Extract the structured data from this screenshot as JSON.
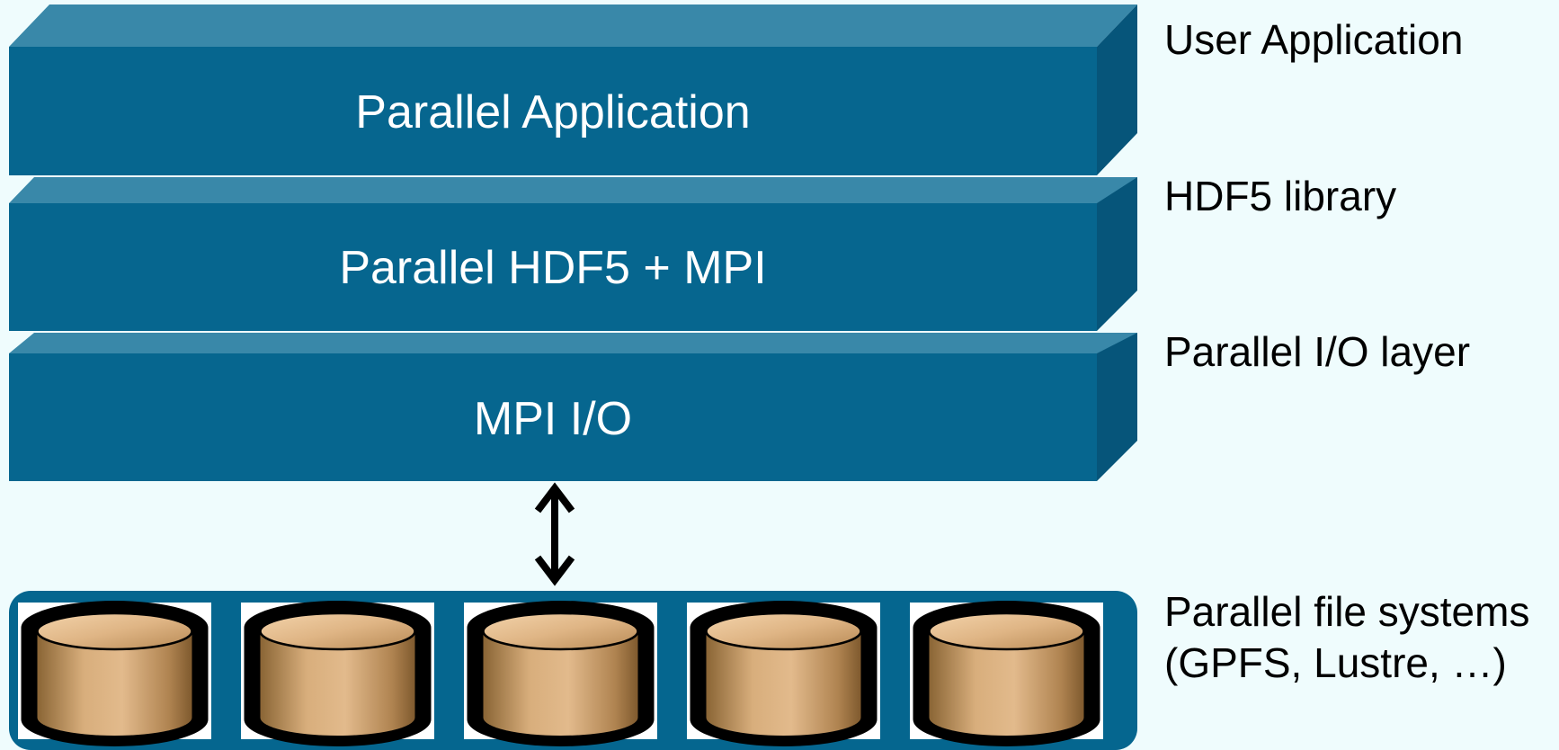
{
  "layers": [
    {
      "label": "Parallel Application",
      "side_label": "User Application"
    },
    {
      "label": "Parallel HDF5 + MPI",
      "side_label": "HDF5 library"
    },
    {
      "label": "MPI I/O",
      "side_label": "Parallel I/O layer"
    }
  ],
  "storage": {
    "disk_count": 5,
    "side_label_line1": "Parallel file systems",
    "side_label_line2": "(GPFS, Lustre, …)"
  },
  "colors": {
    "background": "#effcfd",
    "layer_front": "#06668f",
    "layer_top": "#3988a9",
    "layer_side": "#06557a",
    "storage_tray": "#05668f",
    "arrow": "#000000",
    "disk_light": "#e2ba8c",
    "disk_dark": "#8a6535"
  }
}
